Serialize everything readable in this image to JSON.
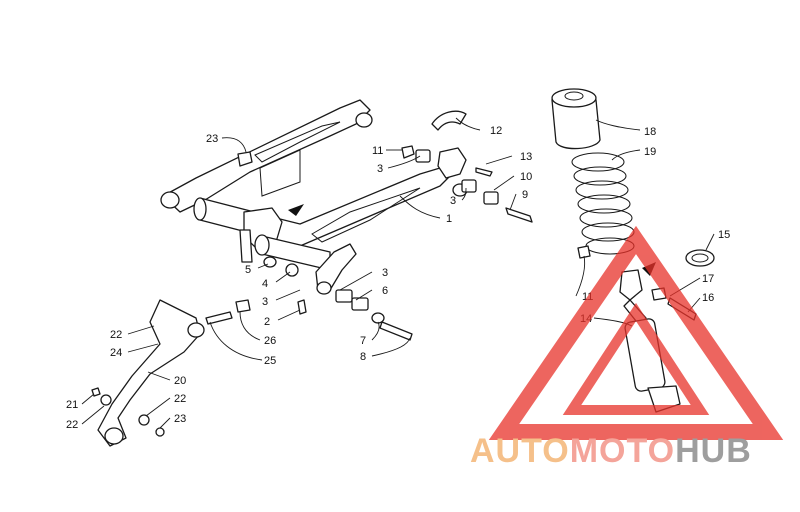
{
  "callouts": {
    "c23a": "23",
    "c12": "12",
    "c11a": "11",
    "c13": "13",
    "c3a": "3",
    "c10": "10",
    "c3b": "3",
    "c9": "9",
    "c1": "1",
    "c18": "18",
    "c19": "19",
    "c15": "15",
    "c5": "5",
    "c4": "4",
    "c3c": "3",
    "c2": "2",
    "c3d": "3",
    "c6": "6",
    "c7": "7",
    "c8": "8",
    "c11b": "11",
    "c17": "17",
    "c16": "16",
    "c14": "14",
    "c22a": "22",
    "c24": "24",
    "c26": "26",
    "c25": "25",
    "c20": "20",
    "c21": "21",
    "c22b": "22",
    "c22c": "22",
    "c23b": "23"
  },
  "watermark": {
    "part1": "AUTO",
    "part2": "MOTO",
    "part3": "HUB",
    "color1": "#f5c08a",
    "color2": "#f4a49a",
    "color3": "#9e9e9e",
    "triangle_color": "#e8322a"
  }
}
